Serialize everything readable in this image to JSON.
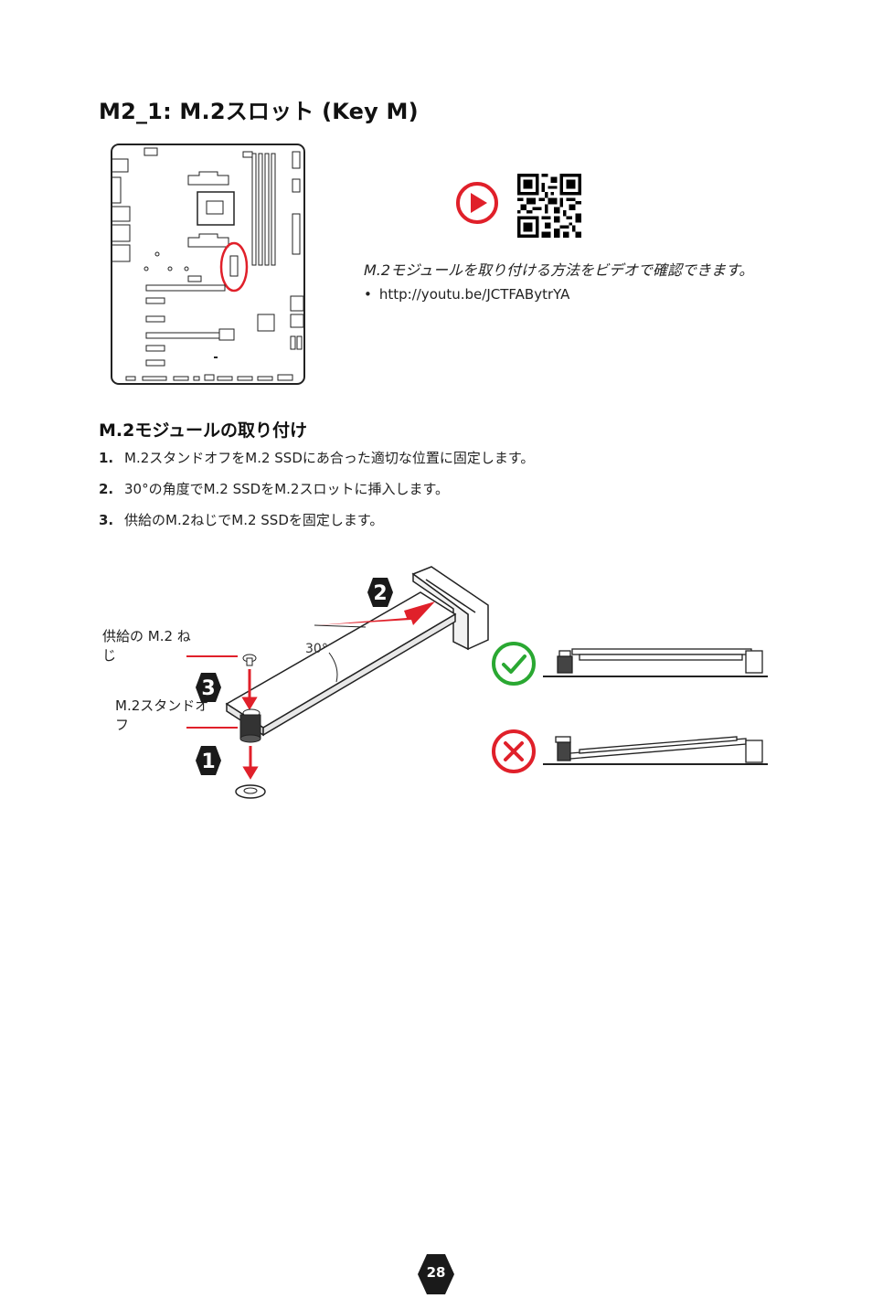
{
  "page": {
    "title": "M2_1: M.2スロット (Key M)",
    "page_number": "28"
  },
  "video": {
    "caption": "M.2モジュールを取り付ける方法をビデオで確認できます。",
    "link": "http://youtu.be/JCTFABytrYA",
    "bullet": "•",
    "play_icon": "play-icon",
    "qr_icon": "qr-code-icon"
  },
  "install": {
    "title": "M.2モジュールの取り付け",
    "steps": [
      {
        "num": "1.",
        "text": "M.2スタンドオフをM.2 SSDにあ合った適切な位置に固定します。"
      },
      {
        "num": "2.",
        "text": "30°の角度でM.2 SSDをM.2スロットに挿入します。"
      },
      {
        "num": "3.",
        "text": "供給のM.2ねじでM.2 SSDを固定します。"
      }
    ]
  },
  "diagram": {
    "label_screw": "供給の M.2 ねじ",
    "label_standoff": "M.2スタンドオフ",
    "label_angle": "30°",
    "step_badges": [
      "1",
      "2",
      "3"
    ],
    "correct_icon": "check-circle-icon",
    "wrong_icon": "x-circle-icon"
  },
  "colors": {
    "accent_red": "#e0202a",
    "ok_green": "#2aa832",
    "badge_dark": "#1a1a1a"
  }
}
